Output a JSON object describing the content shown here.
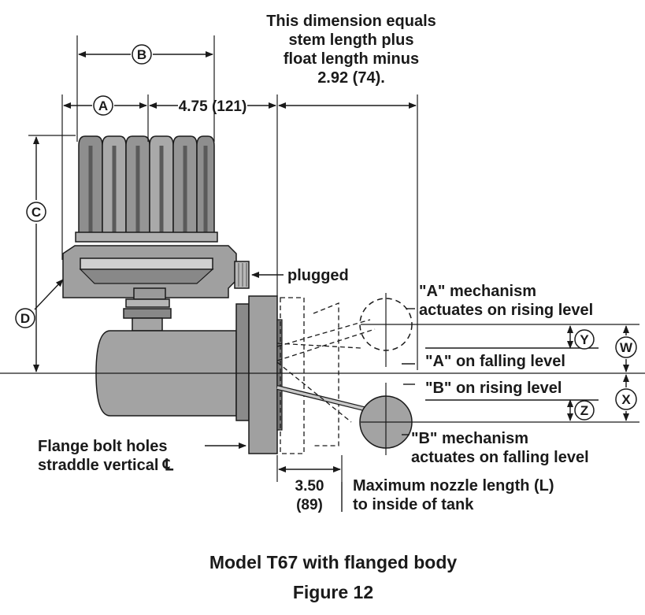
{
  "figure": {
    "caption_model": "Model T67 with flanged body",
    "caption_figure": "Figure 12"
  },
  "dimensions": {
    "a": "A",
    "b": "B",
    "c": "C",
    "d": "D",
    "w": "W",
    "x": "X",
    "y": "Y",
    "z": "Z",
    "dim_475": "4.75 (121)",
    "dim_350_in": "3.50",
    "dim_350_mm": "(89)"
  },
  "notes": {
    "stem_line1": "This dimension equals",
    "stem_line2": "stem length plus",
    "stem_line3": "float length minus",
    "stem_line4": "2.92 (74).",
    "plugged": "plugged",
    "a_mech_line1": "\"A\" mechanism",
    "a_mech_line2": "actuates on rising level",
    "a_falling": "\"A\" on falling level",
    "b_rising": "\"B\" on rising level",
    "b_mech_line1": "\"B\" mechanism",
    "b_mech_line2": "actuates on falling level",
    "flange_line1": "Flange bolt holes",
    "flange_line2": "straddle vertical ℄",
    "nozzle_line1": "Maximum nozzle length (L)",
    "nozzle_line2": "to inside of tank"
  },
  "colors": {
    "body_fill": "#9a9a9a",
    "body_dark": "#6e6e6e",
    "body_light": "#c4c4c4",
    "line": "#1a1a1a",
    "float_fill": "#a3a3a3"
  }
}
